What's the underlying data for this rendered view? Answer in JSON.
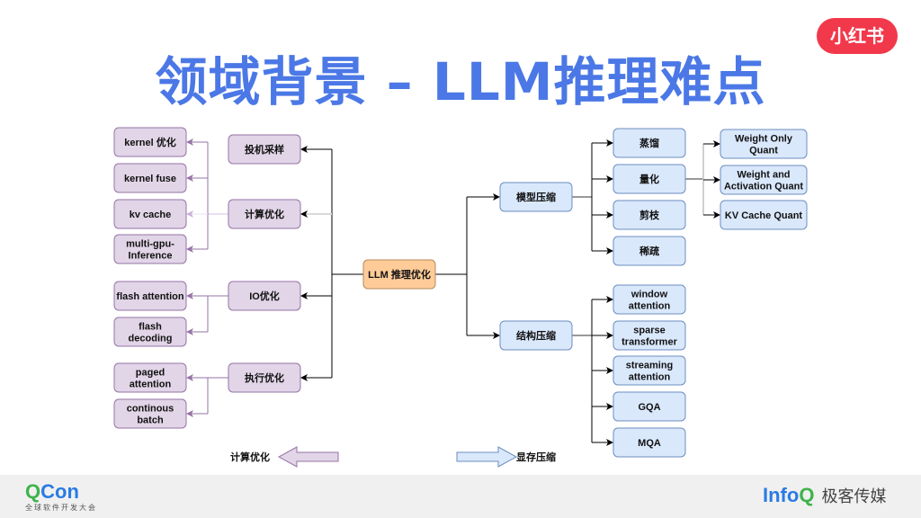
{
  "title": "领域背景 – LLM推理难点",
  "brand_badge": "小红书",
  "colors": {
    "title": "#4b78e6",
    "purple_fill": "#e1d5e7",
    "purple_stroke": "#9673a6",
    "blue_fill": "#dae8fc",
    "blue_stroke": "#6c8ebf",
    "orange_fill": "#ffcc99",
    "orange_stroke": "#b58a5a"
  },
  "diagram": {
    "root": {
      "id": "root",
      "label": [
        "LLM 推理优化"
      ],
      "style": "orange"
    },
    "left_groups": [
      {
        "id": "g_sample",
        "label": [
          "投机采样"
        ],
        "children": []
      },
      {
        "id": "g_compute",
        "label": [
          "计算优化"
        ],
        "children": [
          {
            "id": "c_kernel_opt",
            "label": [
              "kernel 优化"
            ]
          },
          {
            "id": "c_kernel_fuse",
            "label": [
              "kernel fuse"
            ]
          },
          {
            "id": "c_kv_cache",
            "label": [
              "kv cache"
            ]
          },
          {
            "id": "c_multi_gpu",
            "label": [
              "multi-gpu-",
              "Inference"
            ]
          }
        ]
      },
      {
        "id": "g_io",
        "label": [
          "IO优化"
        ],
        "children": [
          {
            "id": "c_flash_attn",
            "label": [
              "flash attention"
            ]
          },
          {
            "id": "c_flash_dec",
            "label": [
              "flash",
              "decoding"
            ]
          }
        ]
      },
      {
        "id": "g_exec",
        "label": [
          "执行优化"
        ],
        "children": [
          {
            "id": "c_paged",
            "label": [
              "paged",
              "attention"
            ]
          },
          {
            "id": "c_batch",
            "label": [
              "continous",
              "batch"
            ]
          }
        ]
      }
    ],
    "right_groups": [
      {
        "id": "g_model",
        "label": [
          "模型压缩"
        ],
        "children": [
          {
            "id": "m_distill",
            "label": [
              "蒸馏"
            ]
          },
          {
            "id": "m_quant",
            "label": [
              "量化"
            ],
            "children": [
              {
                "id": "q_weight_only",
                "label": [
                  "Weight Only",
                  "Quant"
                ]
              },
              {
                "id": "q_weight_act",
                "label": [
                  "Weight and",
                  "Activation Quant"
                ]
              },
              {
                "id": "q_kv",
                "label": [
                  "KV Cache Quant"
                ]
              }
            ]
          },
          {
            "id": "m_prune",
            "label": [
              "剪枝"
            ]
          },
          {
            "id": "m_sparse",
            "label": [
              "稀疏"
            ]
          }
        ]
      },
      {
        "id": "g_struct",
        "label": [
          "结构压缩"
        ],
        "children": [
          {
            "id": "s_window",
            "label": [
              "window",
              "attention"
            ]
          },
          {
            "id": "s_sparse_tf",
            "label": [
              "sparse",
              "transformer"
            ]
          },
          {
            "id": "s_streaming",
            "label": [
              "streaming",
              "attention"
            ]
          },
          {
            "id": "s_gqa",
            "label": [
              "GQA"
            ]
          },
          {
            "id": "s_mqa",
            "label": [
              "MQA"
            ]
          }
        ]
      }
    ],
    "legend": {
      "left_label": "计算优化",
      "right_label": "显存压缩"
    }
  },
  "footer": {
    "qcon_q": "Q",
    "qcon_rest": "Con",
    "qcon_subtitle": "全球软件开发大会",
    "infoq_main": "Info",
    "infoq_q": "Q",
    "infoq_cn": "极客传媒"
  }
}
